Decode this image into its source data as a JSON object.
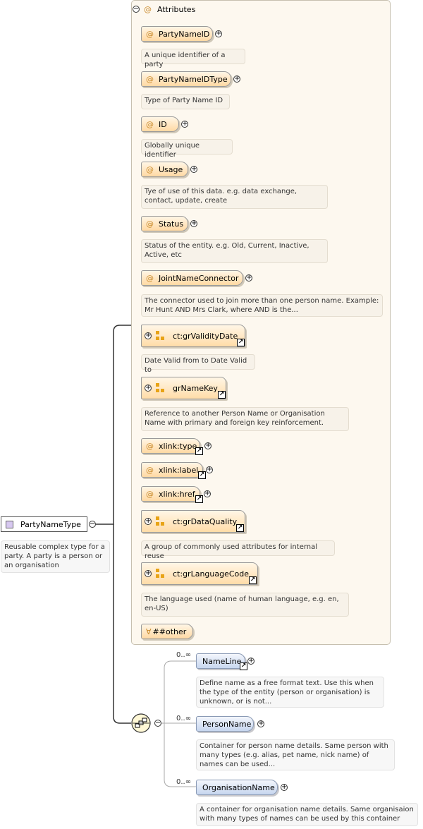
{
  "attributes_header": "Attributes",
  "attributes": [
    {
      "name": "PartyNameID",
      "desc": "A unique identifier of a party"
    },
    {
      "name": "PartyNameIDType",
      "desc": "Type of Party Name ID"
    },
    {
      "name": "ID",
      "desc": "Globally unique identifier"
    },
    {
      "name": "Usage",
      "desc": "Tye of use of this data. e.g. data exchange, contact, update, create"
    },
    {
      "name": "Status",
      "desc": "Status of the entity. e.g. Old, Current, Inactive, Active, etc"
    },
    {
      "name": "JointNameConnector",
      "desc": "The connector used to join more than one person name. Example: Mr Hunt AND Mrs Clark, where AND is the..."
    }
  ],
  "groups": [
    {
      "name": "ct:grValidityDate",
      "desc": "Date Valid from to Date Valid to"
    },
    {
      "name": "grNameKey",
      "desc": "Reference to another Person Name or Organisation Name with primary and foreign key reinforcement."
    },
    {
      "name": "ct:grDataQuality",
      "desc": "A group of commonly used attributes for internal reuse"
    },
    {
      "name": "ct:grLanguageCode",
      "desc": "The language used (name of human language, e.g. en, en-US)"
    }
  ],
  "xlink_attributes": [
    "xlink:type",
    "xlink:label",
    "xlink:href"
  ],
  "any_other": "##other",
  "root": {
    "name": "PartyNameType",
    "desc": "Reusable complex type for a party. A party is a person or an organisation"
  },
  "elements": [
    {
      "name": "NameLine",
      "multiplicity": "0..∞",
      "desc": "Define name as a free format text. Use this when the type of the entity (person or organisation) is unknown, or is not..."
    },
    {
      "name": "PersonName",
      "multiplicity": "0..∞",
      "desc": "Container for person name details. Same person with many types (e.g. alias, pet name, nick name) of names can be used..."
    },
    {
      "name": "OrganisationName",
      "multiplicity": "0..∞",
      "desc": "A container for organisation name details. Same organisaion with many types of names can be used by this container"
    }
  ],
  "colors": {
    "attribute_fill": "#ffd9a3",
    "element_fill": "#c7d6ef",
    "panel_bg": "#fdf8ef",
    "root_icon": "#d7c8f0"
  },
  "icons": [
    "collapse-icon",
    "expand-icon",
    "at-icon",
    "group-icon",
    "link-arrow-icon",
    "choice-compositor-icon",
    "complex-type-icon",
    "any-attribute-icon"
  ]
}
